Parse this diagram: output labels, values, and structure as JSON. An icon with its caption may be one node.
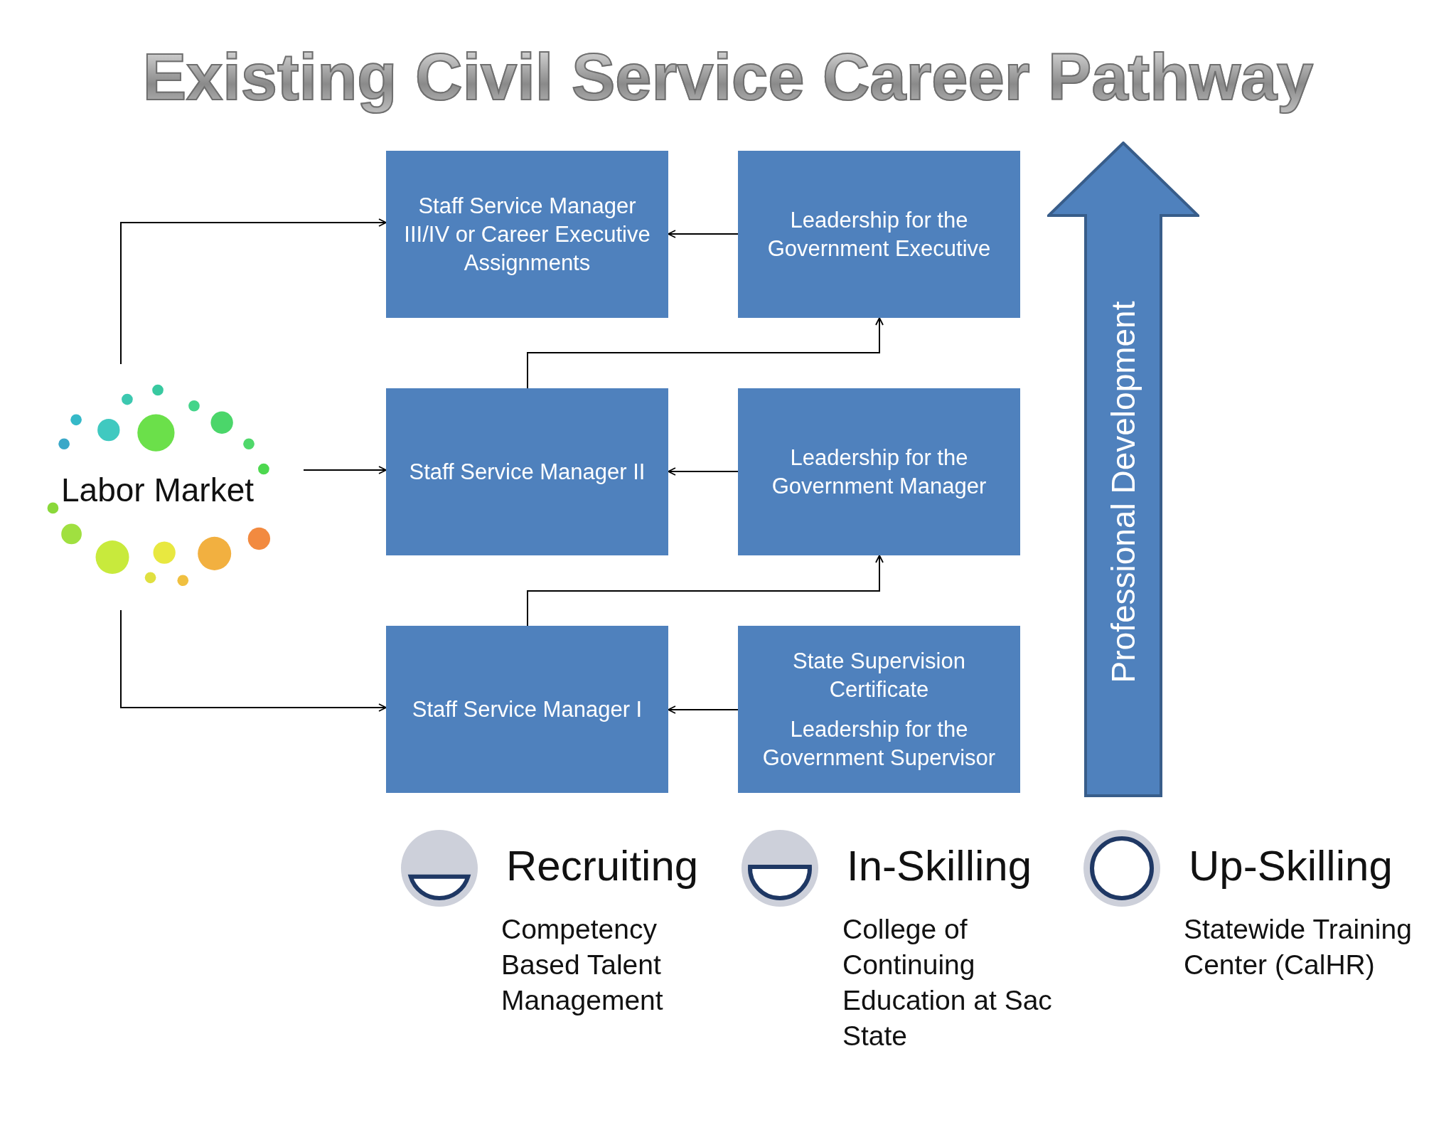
{
  "diagram": {
    "title": "Existing Civil Service Career Pathway",
    "nodes": [
      {
        "text": [
          "Staff Service Manager III/IV or Career Executive Assignments"
        ]
      },
      {
        "text": [
          "Leadership for the Government Executive"
        ]
      },
      {
        "text": [
          "Professional Development"
        ]
      },
      {
        "text": [
          "Labor Market"
        ]
      },
      {
        "text": [
          "Staff Service Manager II"
        ]
      },
      {
        "text": [
          "Leadership for the Government Manager"
        ]
      },
      {
        "text": [
          "Staff Service Manager I"
        ]
      },
      {
        "text": [
          "State Supervision Certificate",
          "Leadership for the Government Supervisor"
        ]
      }
    ],
    "edges": [
      {
        "from": 3,
        "to": 0,
        "arrow": "to"
      },
      {
        "from": 3,
        "to": 4,
        "arrow": "to"
      },
      {
        "from": 3,
        "to": 6,
        "arrow": "to"
      },
      {
        "from": 1,
        "to": 0,
        "arrow": "to"
      },
      {
        "from": 5,
        "to": 4,
        "arrow": "to"
      },
      {
        "from": 7,
        "to": 6,
        "arrow": "to"
      },
      {
        "from": 4,
        "to": 1,
        "arrow": "to"
      },
      {
        "from": 6,
        "to": 5,
        "arrow": "to"
      }
    ],
    "labels": [
      "Competency Based Talent Management",
      "College of Continuing Education at Sac State",
      "Statewide Training Center (CalHR)"
    ],
    "legend": [
      {
        "text": "Recruiting"
      },
      {
        "text": "In-Skilling"
      },
      {
        "text": "Up-Skilling"
      }
    ]
  }
}
